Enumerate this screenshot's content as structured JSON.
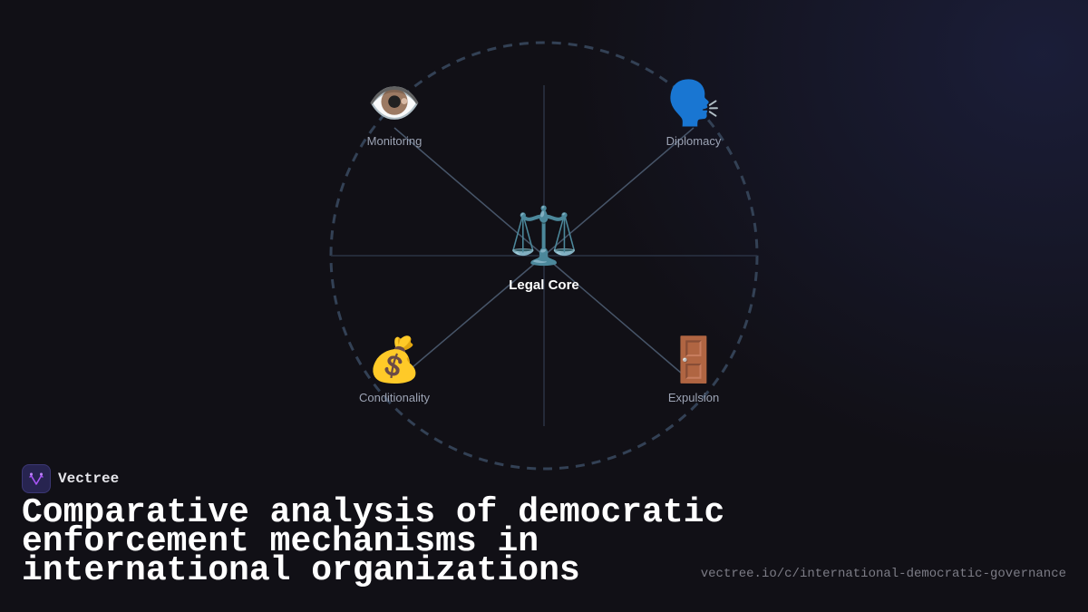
{
  "diagram": {
    "center": {
      "label": "Legal Core",
      "icon": "balance-scale-icon",
      "glyph": "⚖️"
    },
    "nodes": [
      {
        "label": "Monitoring",
        "icon": "eye-icon",
        "glyph": "👁️",
        "position": "top-left"
      },
      {
        "label": "Diplomacy",
        "icon": "speaking-head-icon",
        "glyph": "🗣️",
        "position": "top-right"
      },
      {
        "label": "Conditionality",
        "icon": "money-bag-icon",
        "glyph": "💰",
        "position": "bottom-left"
      },
      {
        "label": "Expulsion",
        "icon": "door-icon",
        "glyph": "🚪",
        "position": "bottom-right"
      }
    ],
    "colors": {
      "ring": "#334155",
      "spokes": "#475569",
      "axes": "#2a3344"
    }
  },
  "brand": {
    "name": "Vectree",
    "accent": "#a855f7"
  },
  "title": "Comparative analysis of democratic enforcement mechanisms in international organizations",
  "url": "vectree.io/c/international-democratic-governance"
}
